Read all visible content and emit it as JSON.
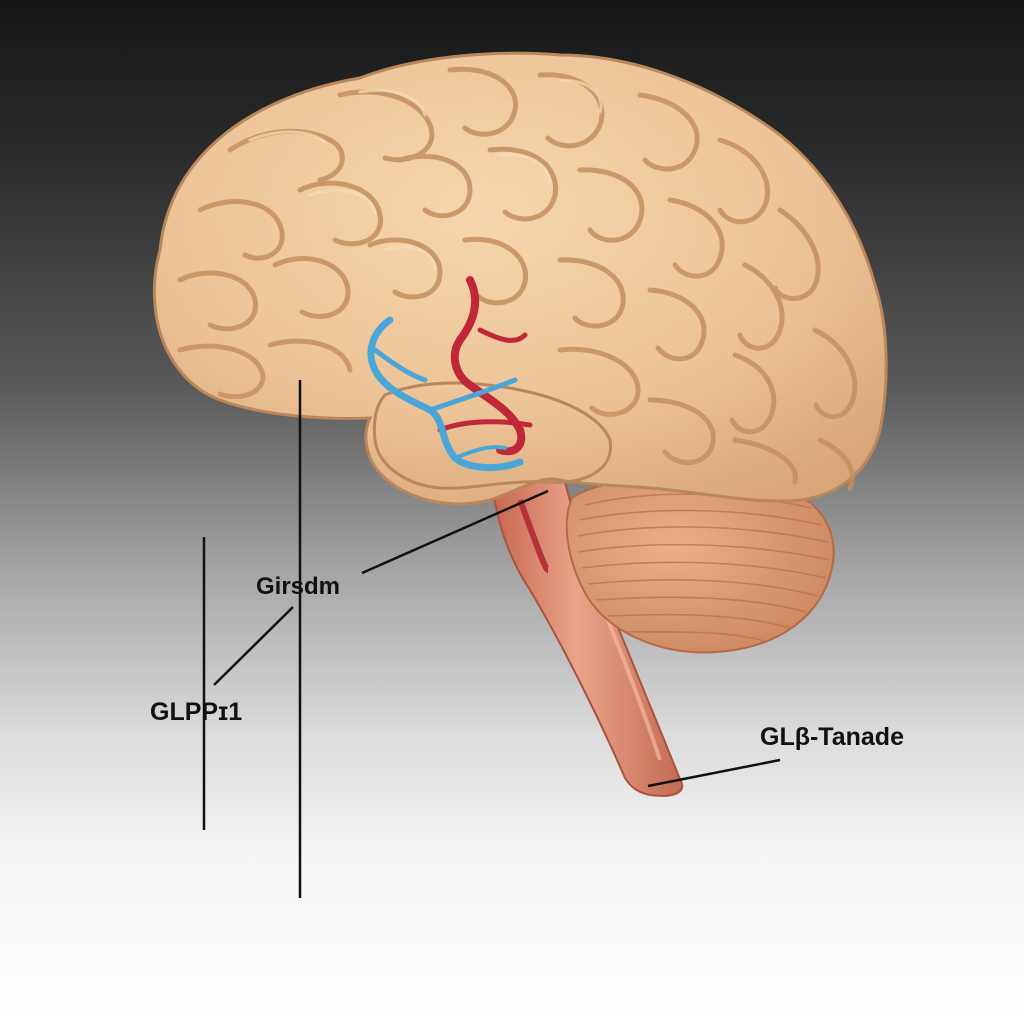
{
  "labels": {
    "girsdm": "Girsdm",
    "glpp": "GLPPɪ1",
    "glb_tanade": "GLβ-Tanade"
  },
  "colors": {
    "cortex": "#eec79b",
    "cortex_shadow": "#b9875c",
    "cerebellum": "#d9946b",
    "brainstem": "#d98268",
    "artery": "#c0283a",
    "vein": "#4aa6d8",
    "leader_line": "#111111"
  }
}
